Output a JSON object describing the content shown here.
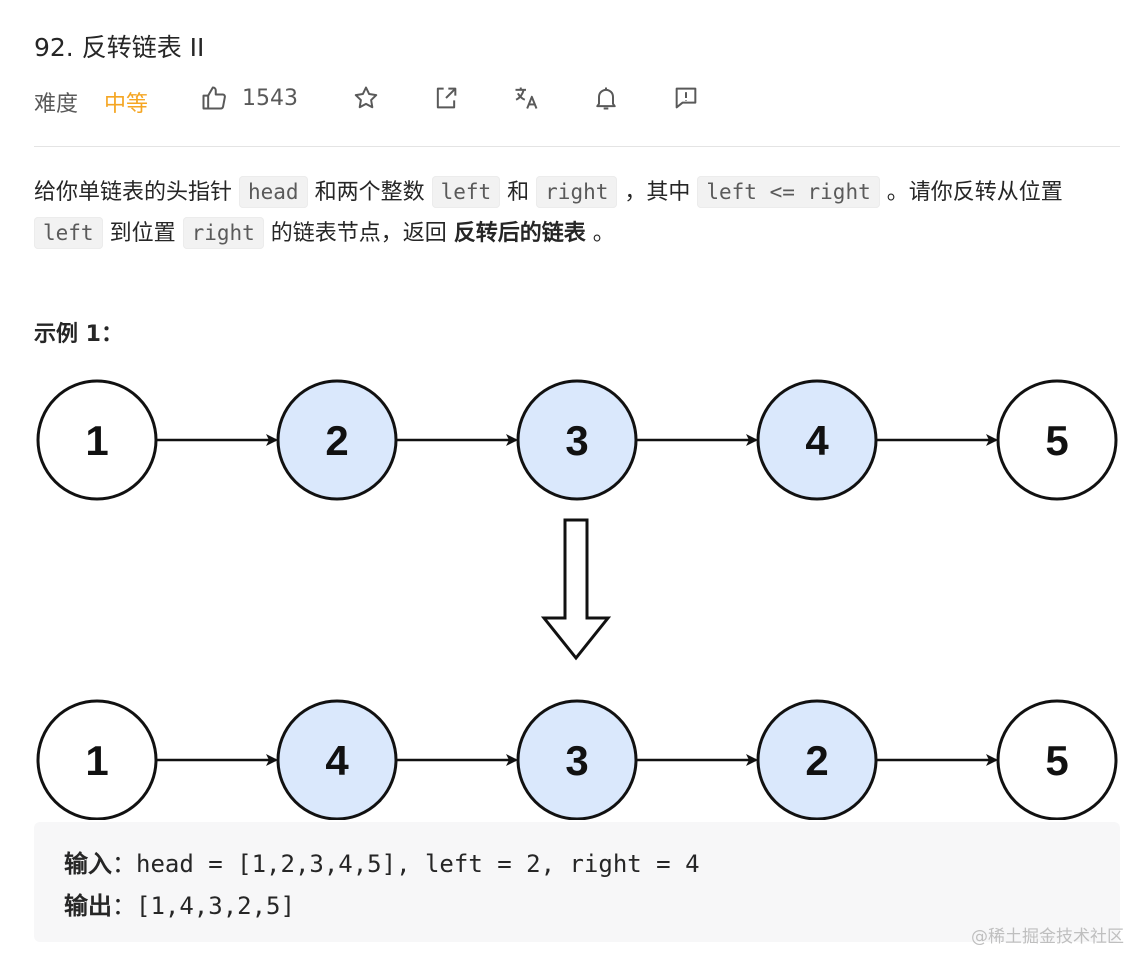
{
  "problem": {
    "title": "92. 反转链表 II",
    "difficulty_label": "难度",
    "difficulty_value": "中等",
    "likes": "1543"
  },
  "toolbar": {
    "icons": [
      "thumbs-up-icon",
      "star-icon",
      "share-icon",
      "translate-icon",
      "bell-icon",
      "feedback-icon"
    ]
  },
  "description": {
    "t1": "给你单链表的头指针 ",
    "c_head": "head",
    "t2": " 和两个整数 ",
    "c_left": "left",
    "t3": " 和 ",
    "c_right": "right",
    "t4": " ，其中 ",
    "c_cond": "left <= right",
    "t5": " 。请你反转从位置 ",
    "c_left2": "left",
    "t6": " 到位置 ",
    "c_right2": "right",
    "t7": " 的链表节点，返回 ",
    "bold": "反转后的链表",
    "t8": " 。"
  },
  "example": {
    "title": "示例 1：",
    "before": [
      "1",
      "2",
      "3",
      "4",
      "5"
    ],
    "after": [
      "1",
      "4",
      "3",
      "2",
      "5"
    ],
    "highlighted_positions": [
      2,
      3,
      4
    ],
    "input_label": "输入",
    "input_value": "：head = [1,2,3,4,5], left = 2, right = 4",
    "output_label": "输出",
    "output_value": "：[1,4,3,2,5]"
  },
  "colors": {
    "difficulty": "#f5a623",
    "node_highlight": "#dae8fc",
    "node_plain": "#ffffff"
  },
  "watermark": "@稀土掘金技术社区"
}
